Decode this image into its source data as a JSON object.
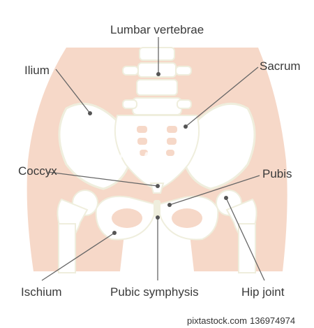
{
  "diagram": {
    "labels": {
      "lumbar_vertebrae": "Lumbar vertebrae",
      "ilium": "Ilium",
      "sacrum": "Sacrum",
      "coccyx": "Coccyx",
      "pubis": "Pubis",
      "ischium": "Ischium",
      "pubic_symphysis": "Pubic symphysis",
      "hip_joint": "Hip joint"
    },
    "watermark": "PIXTA"
  },
  "footer": {
    "site": "pixtastock.com",
    "image_id": "136974974"
  },
  "colors": {
    "skin": "#f6d8c8",
    "bone": "#ffffff",
    "bone_shadow": "#efeedd",
    "leader_line": "#666666",
    "text": "#3a3a3a"
  }
}
